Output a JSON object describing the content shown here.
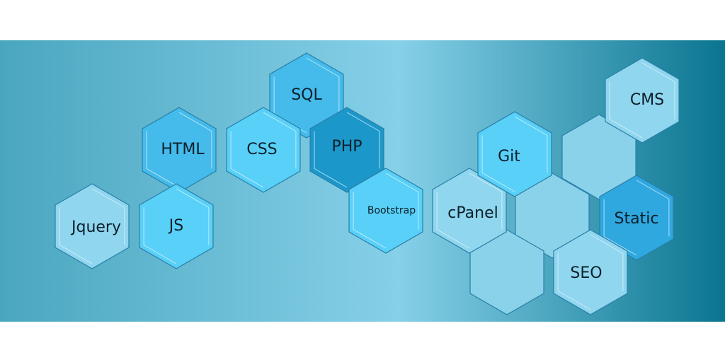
{
  "colors": {
    "banner_left": "#4aa6bf",
    "banner_mid": "#86d0e8",
    "banner_right": "#0a7590",
    "hex_bright": "#59d0f7",
    "hex_blue": "#44bbeb",
    "hex_dark": "#1c97c9",
    "hex_pale": "#8fd6ee",
    "hex_stroke": "#2a7fa8",
    "inner_stroke": "#e8f8ff"
  },
  "hexagons": [
    {
      "id": "sql",
      "label": "SQL",
      "fill": "#44bbeb"
    },
    {
      "id": "html",
      "label": "HTML",
      "fill": "#44bbeb"
    },
    {
      "id": "css",
      "label": "CSS",
      "fill": "#59d0f7"
    },
    {
      "id": "php",
      "label": "PHP",
      "fill": "#1c97c9"
    },
    {
      "id": "jquery",
      "label": "Jquery",
      "fill": "#8fd6ee"
    },
    {
      "id": "js",
      "label": "JS",
      "fill": "#59d0f7"
    },
    {
      "id": "bootstrap",
      "label": "Bootstrap",
      "fill": "#59d0f7"
    },
    {
      "id": "cpanel",
      "label": "cPanel",
      "fill": "#8fd6ee"
    },
    {
      "id": "git",
      "label": "Git",
      "fill": "#59d0f7"
    },
    {
      "id": "cms",
      "label": "CMS",
      "fill": "#8fd6ee"
    },
    {
      "id": "static",
      "label": "Static",
      "fill": "#2fa7df"
    },
    {
      "id": "seo",
      "label": "SEO",
      "fill": "#8fd6ee"
    },
    {
      "id": "blank-1",
      "label": "",
      "fill": "#8ad2ea"
    },
    {
      "id": "blank-2",
      "label": "",
      "fill": "#8ad2ea"
    },
    {
      "id": "blank-3",
      "label": "",
      "fill": "#8ad2ea"
    }
  ]
}
